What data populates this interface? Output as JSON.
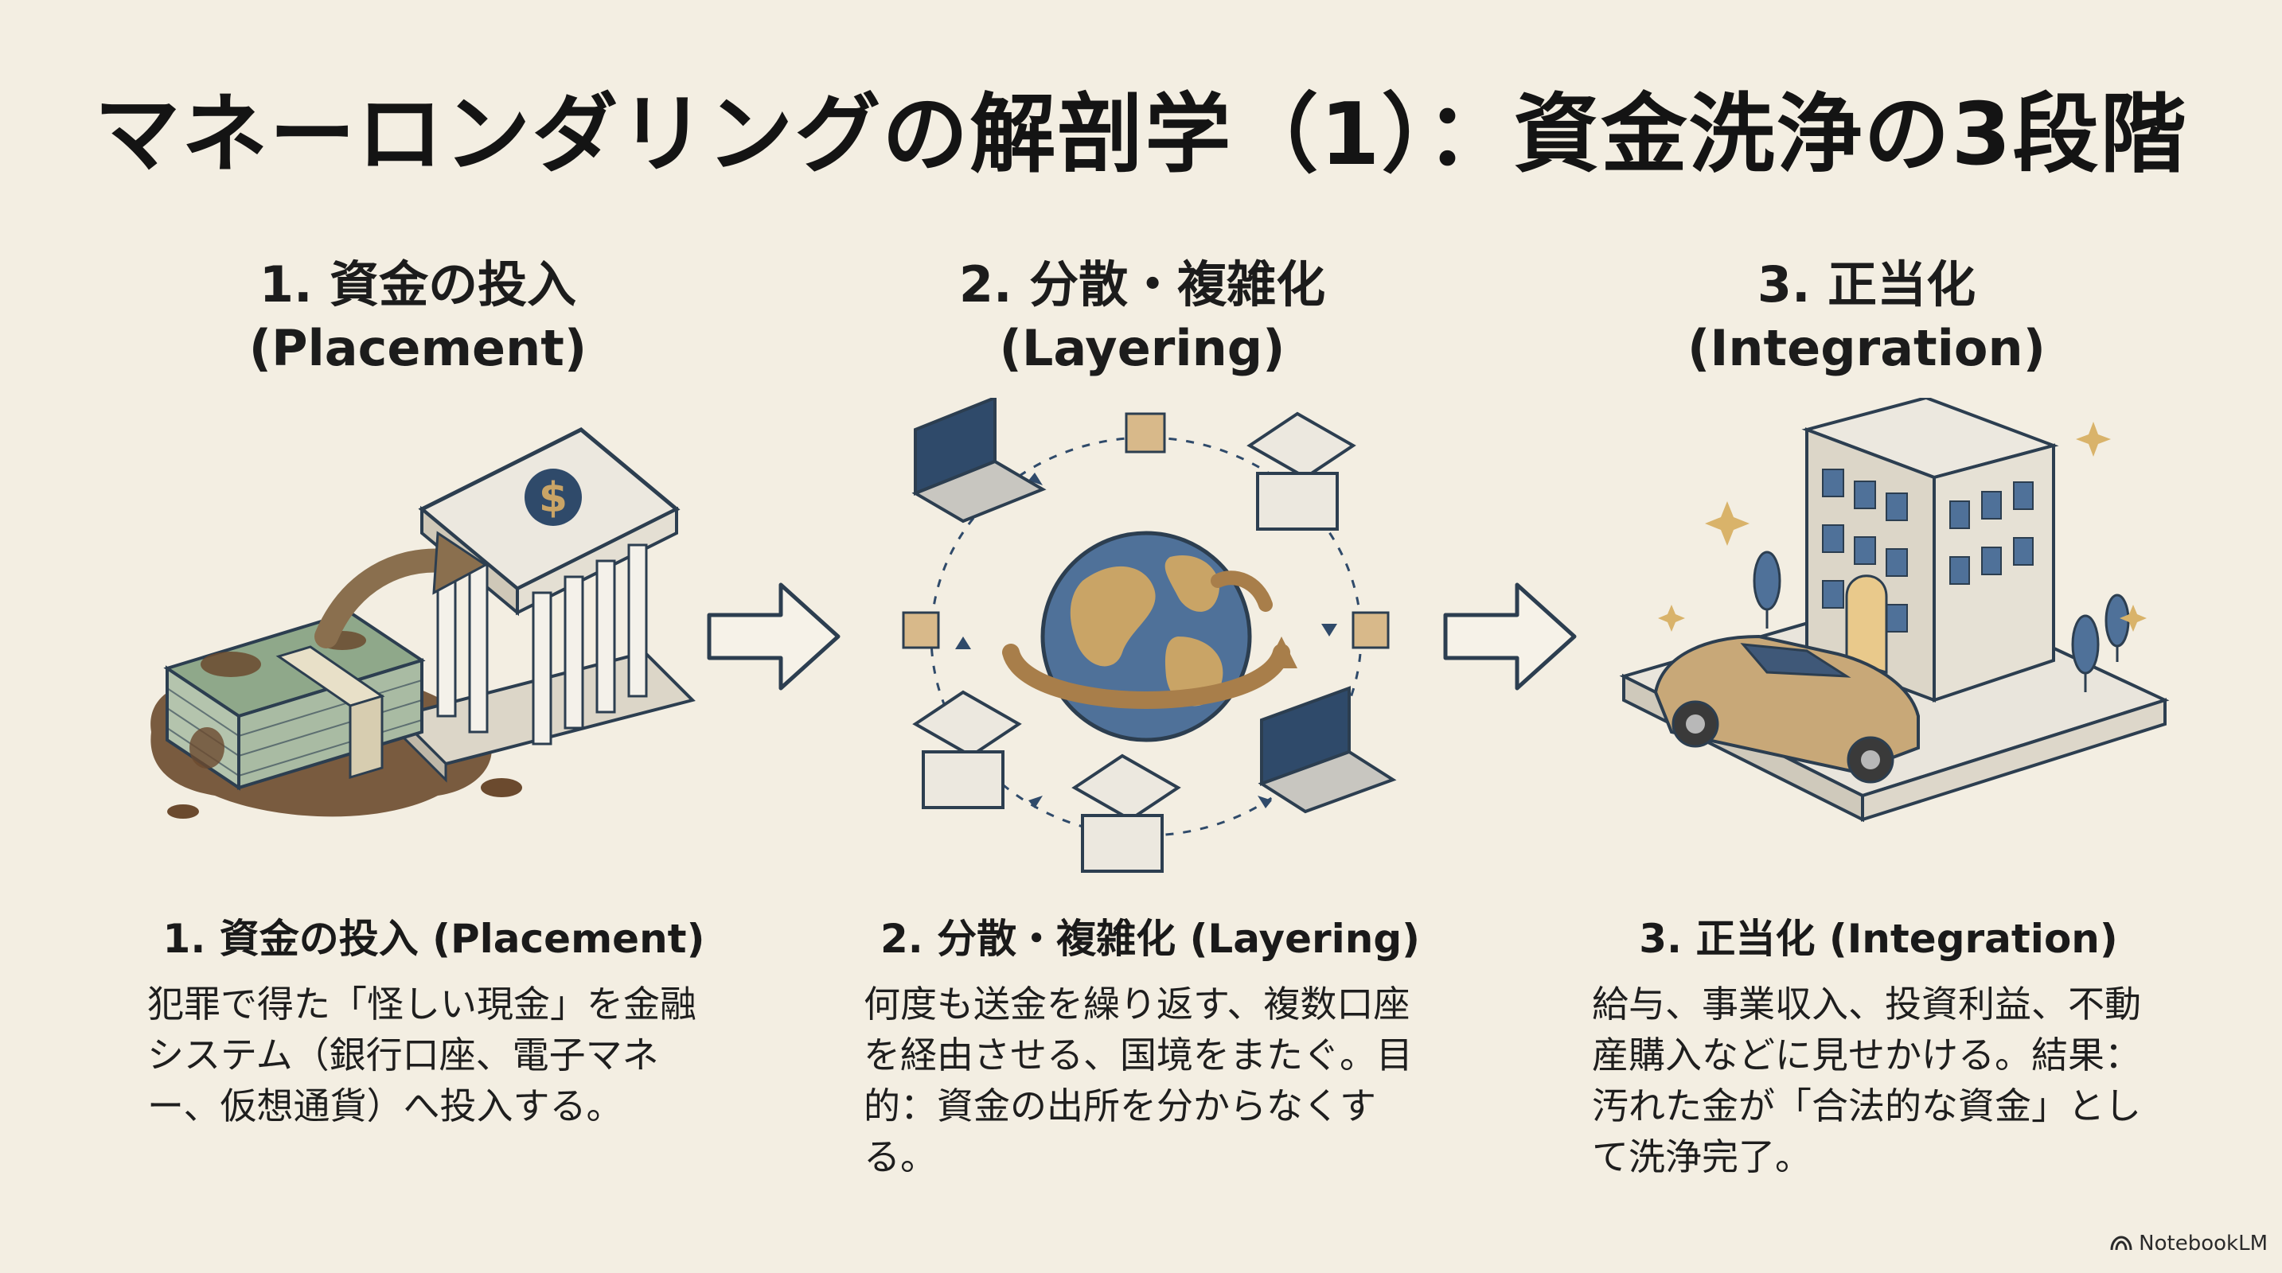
{
  "title": "マネーロンダリングの解剖学（1）：資金洗浄の3段階",
  "stages": [
    {
      "head_ja": "1. 資金の投入",
      "head_en": "(Placement)",
      "desc_title": "1. 資金の投入 (Placement)",
      "desc_body": "犯罪で得た「怪しい現金」を金融システム（銀行口座、電子マネー、仮想通貨）へ投入する。"
    },
    {
      "head_ja": "2. 分散・複雑化",
      "head_en": "(Layering)",
      "desc_title": "2. 分散・複雑化 (Layering)",
      "desc_body": "何度も送金を繰り返す、複数口座を経由させる、国境をまたぐ。目的：資金の出所を分からなくする。"
    },
    {
      "head_ja": "3. 正当化",
      "head_en": "(Integration)",
      "desc_title": "3. 正当化 (Integration)",
      "desc_body": "給与、事業収入、投資利益、不動産購入などに見せかける。結果：汚れた金が「合法的な資金」として洗浄完了。"
    }
  ],
  "brand": {
    "label": "NotebookLM",
    "icon": "notebooklm-logo"
  },
  "colors": {
    "background": "#f3eee2",
    "ink": "#2c3e50",
    "gold": "#c9a466",
    "mud": "#6b4a2e",
    "navy": "#2f4a6a"
  }
}
